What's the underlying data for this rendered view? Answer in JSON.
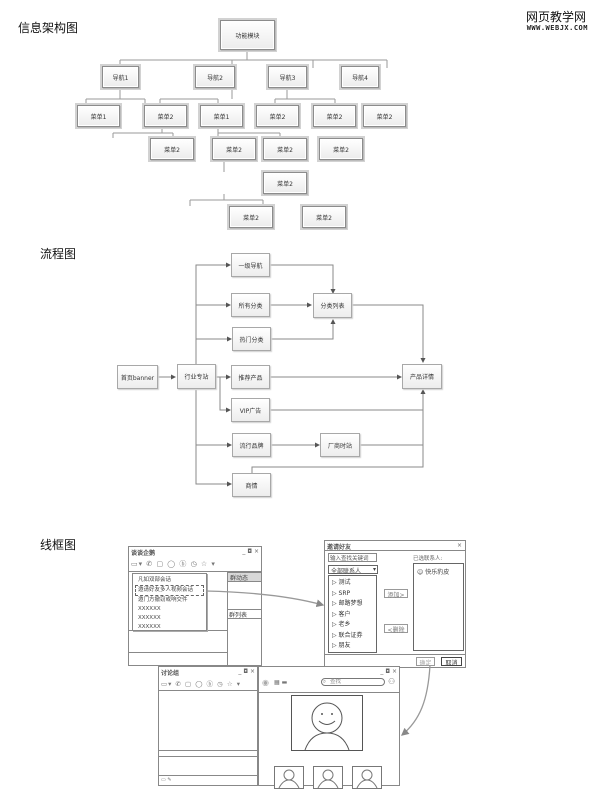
{
  "logo": {
    "cn": "网页教学网",
    "en": "WWW.WEBJX.COM"
  },
  "sections": {
    "ia_title": "信息架构图",
    "flow_title": "流程图",
    "wire_title": "线框图"
  },
  "ia_tree": {
    "root": "功能模块",
    "nav": [
      "导航1",
      "导航2",
      "导航3",
      "导航4"
    ],
    "level2": [
      "菜单1",
      "菜单2",
      "菜单1",
      "菜单2",
      "菜单2",
      "菜单2"
    ],
    "level3": [
      "菜单2",
      "菜单2",
      "菜单2",
      "菜单2"
    ],
    "level4": [
      "菜单2"
    ],
    "level5": [
      "菜单2",
      "菜单2"
    ]
  },
  "flow": {
    "nodes": {
      "home_banner": "首页banner",
      "industry": "行业专站",
      "nav1": "一级导航",
      "all_cat": "所有分类",
      "hot_cat": "热门分类",
      "cat_list": "分类列表",
      "rec_product": "推荐产品",
      "vip_ad": "VIP广告",
      "brand": "流行品牌",
      "vendor_site": "厂商时站",
      "business": "商情",
      "product_detail": "产品详情"
    }
  },
  "wireframe": {
    "chat_window": {
      "title": "谈谈企鹅",
      "controls": "_ ◘ ×",
      "dropdown_items": [
        "凡如双部会话",
        "邀请好友多人视频会话",
        "邀门方撤窃或响交件",
        "XXXXXX",
        "XXXXXX",
        "XXXXXX"
      ],
      "side_tabs": [
        "群动态",
        "群列表"
      ]
    },
    "invite_dialog": {
      "title": "邀请好友",
      "close": "×",
      "search_placeholder": "输入查找关键词",
      "selected_label": "已选联系人:",
      "group_select": "全部联系人",
      "groups": [
        "测试",
        "SRP",
        "邮路梦想",
        "客户",
        "老乡",
        "联合证券",
        "朋友"
      ],
      "add_button": "添加>",
      "remove_button": "<删除",
      "selected_contact": "快乐豹皮",
      "ok_button": "确定",
      "cancel_button": "取消"
    },
    "discussion_window": {
      "title": "讨论组",
      "controls": "_ ◘ ×"
    },
    "video_window": {
      "controls": "_ ◘ ×",
      "search_placeholder": "查找"
    }
  }
}
